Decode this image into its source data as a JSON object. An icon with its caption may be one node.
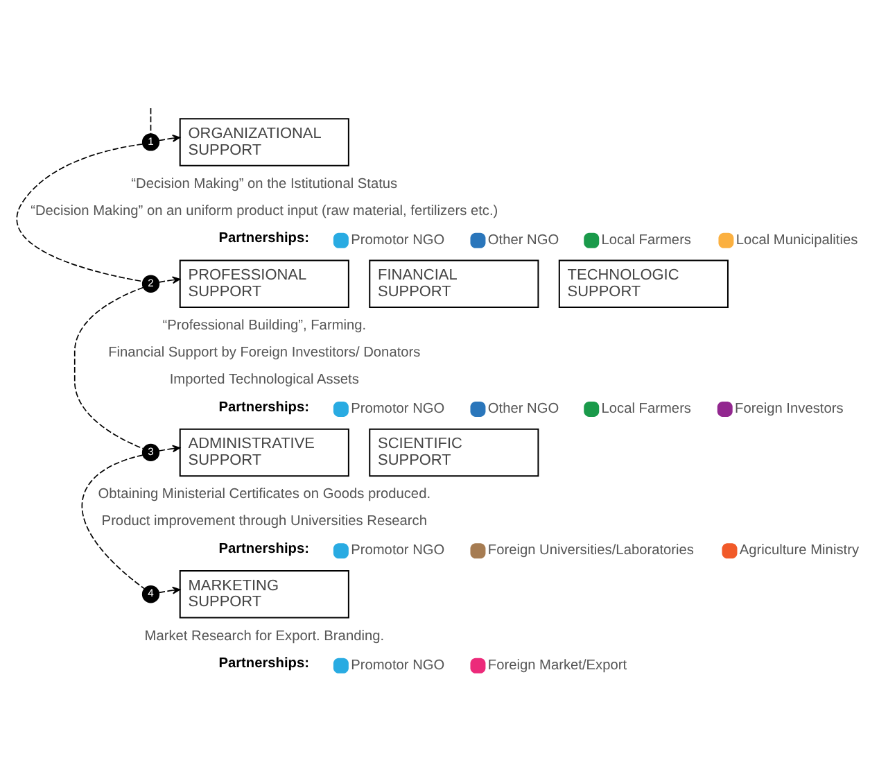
{
  "diagram": {
    "nodes": [
      {
        "text": [
          "1"
        ]
      },
      {
        "text": [
          "ORGANIZATIONAL SUPPORT"
        ]
      },
      {
        "text": [
          "2"
        ]
      },
      {
        "text": [
          "PROFESSIONAL SUPPORT"
        ]
      },
      {
        "text": [
          "FINANCIAL SUPPORT"
        ]
      },
      {
        "text": [
          "TECHNOLOGIC SUPPORT"
        ]
      },
      {
        "text": [
          "3"
        ]
      },
      {
        "text": [
          "ADMINISTRATIVE SUPPORT"
        ]
      },
      {
        "text": [
          "SCIENTIFIC SUPPORT"
        ]
      },
      {
        "text": [
          "4"
        ]
      },
      {
        "text": [
          "MARKETING SUPPORT"
        ]
      }
    ],
    "edges": [
      {
        "from": null,
        "to": 0,
        "arrow": "none",
        "style": "dashed"
      },
      {
        "from": 0,
        "to": 1,
        "arrow": "to",
        "style": "dashed"
      },
      {
        "from": 0,
        "to": 2,
        "arrow": "none",
        "style": "dashed"
      },
      {
        "from": 2,
        "to": 3,
        "arrow": "to",
        "style": "dashed"
      },
      {
        "from": 2,
        "to": 6,
        "arrow": "none",
        "style": "dashed"
      },
      {
        "from": 6,
        "to": 7,
        "arrow": "to",
        "style": "dashed"
      },
      {
        "from": 6,
        "to": 9,
        "arrow": "none",
        "style": "dashed"
      },
      {
        "from": 9,
        "to": 10,
        "arrow": "to",
        "style": "dashed"
      }
    ],
    "labels": [
      "“Decision Making” on the Istitutional Status",
      "“Decision Making” on an uniform product input (raw material, fertilizers etc.)",
      "Partnerships:",
      "“Professional Building”, Farming.",
      "Financial Support by Foreign Investitors/ Donators",
      "Imported Technological Assets",
      "Partnerships:",
      "Obtaining Ministerial Certificates on Goods produced.",
      "Product improvement through Universities Research",
      "Partnerships:",
      "Market Research for Export. Branding.",
      "Partnerships:"
    ],
    "legend": [
      {
        "text": "Promotor NGO",
        "color": "#29abe2"
      },
      {
        "text": "Other NGO",
        "color": "#2a76bb"
      },
      {
        "text": "Local Farmers",
        "color": "#1a9a4a"
      },
      {
        "text": "Local Municipalities",
        "color": "#fbb040"
      },
      {
        "text": "Promotor NGO",
        "color": "#29abe2"
      },
      {
        "text": "Other NGO",
        "color": "#2a76bb"
      },
      {
        "text": "Local Farmers",
        "color": "#1a9a4a"
      },
      {
        "text": "Foreign Investors",
        "color": "#92278f"
      },
      {
        "text": "Promotor NGO",
        "color": "#29abe2"
      },
      {
        "text": "Foreign Universities/Laboratories",
        "color": "#a67c52"
      },
      {
        "text": "Agriculture Ministry",
        "color": "#f15a29"
      },
      {
        "text": "Promotor NGO",
        "color": "#29abe2"
      },
      {
        "text": "Foreign Market/Export",
        "color": "#ec2a7a"
      }
    ]
  }
}
